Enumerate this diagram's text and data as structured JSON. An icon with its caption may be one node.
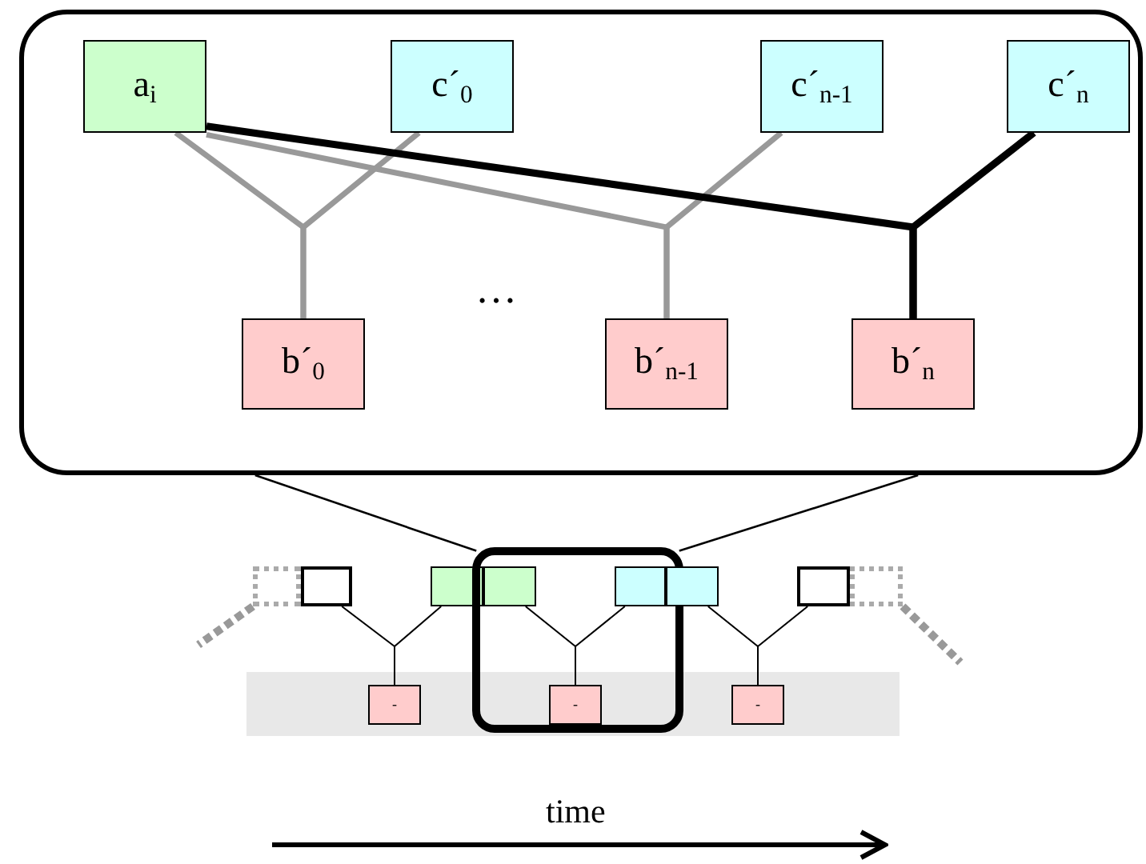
{
  "diagram": {
    "nodes": [
      {
        "text": [],
        "shape": "box"
      },
      {
        "text": [
          "a$_{i}$"
        ],
        "in": 0
      },
      {
        "text": [
          "c´$_{0}$"
        ],
        "in": 0
      },
      {
        "text": [
          "c´$_{n-1}$"
        ],
        "in": 0
      },
      {
        "text": [
          "c´$_{n}$"
        ],
        "in": 0
      },
      {
        "text": [
          "b´$_{0}$"
        ],
        "in": 0
      },
      {
        "text": [
          "b´$_{n-1}$"
        ],
        "in": 0
      },
      {
        "text": [
          "b´$_{n}$"
        ],
        "in": 0
      },
      {
        "text": [],
        "shape": "box"
      },
      {
        "text": [],
        "shape": "box"
      },
      {
        "text": [],
        "shape": "box"
      },
      {
        "text": [],
        "shape": "box"
      },
      {
        "text": [],
        "shape": "box",
        "in": 11
      },
      {
        "text": [],
        "shape": "box",
        "in": 11
      },
      {
        "text": [],
        "shape": "box"
      },
      {
        "text": [],
        "shape": "box"
      },
      {
        "text": [],
        "shape": "box"
      },
      {
        "text": [
          "-"
        ]
      },
      {
        "text": [
          "-"
        ],
        "in": 11
      },
      {
        "text": [
          "-"
        ]
      }
    ],
    "edges": [
      {
        "from": 1,
        "to": 5,
        "arrow": "none",
        "style": "thick",
        "color": "#999999"
      },
      {
        "from": 2,
        "to": 5,
        "arrow": "none",
        "style": "thick",
        "color": "#999999"
      },
      {
        "from": 1,
        "to": 6,
        "arrow": "none",
        "style": "thick",
        "color": "#999999"
      },
      {
        "from": 3,
        "to": 6,
        "arrow": "none",
        "style": "thick",
        "color": "#999999"
      },
      {
        "from": 1,
        "to": 7,
        "arrow": "none",
        "style": "thick"
      },
      {
        "from": 4,
        "to": 7,
        "arrow": "none",
        "style": "thick"
      },
      {
        "from": 0,
        "to": 11,
        "arrow": "none"
      },
      {
        "from": 0,
        "to": 11,
        "arrow": "none"
      },
      {
        "from": 9,
        "to": 17,
        "arrow": "none"
      },
      {
        "from": 10,
        "to": 17,
        "arrow": "none"
      },
      {
        "from": 12,
        "to": 18,
        "arrow": "none"
      },
      {
        "from": 13,
        "to": 18,
        "arrow": "none"
      },
      {
        "from": 14,
        "to": 19,
        "arrow": "none"
      },
      {
        "from": 15,
        "to": 19,
        "arrow": "none"
      },
      {
        "from": 8,
        "to": null,
        "arrow": "none",
        "style": "dashed",
        "color": "#999999"
      },
      {
        "from": 16,
        "to": null,
        "arrow": "none",
        "style": "dashed",
        "color": "#999999"
      }
    ],
    "labels": [
      "…",
      "time"
    ]
  }
}
